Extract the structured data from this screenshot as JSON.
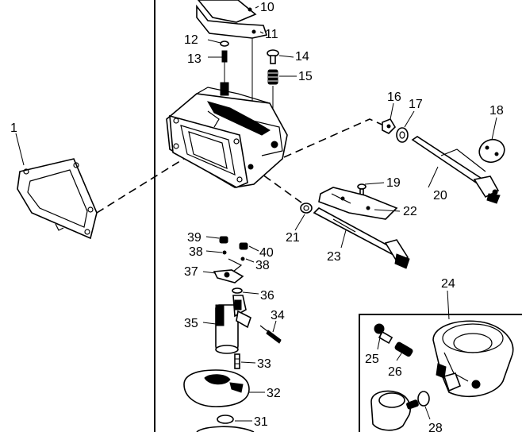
{
  "callouts": {
    "c1": "1",
    "c10": "10",
    "c11": "11",
    "c12": "12",
    "c13": "13",
    "c14": "14",
    "c15": "15",
    "c16": "16",
    "c17": "17",
    "c18": "18",
    "c19": "19",
    "c20": "20",
    "c21": "21",
    "c22": "22",
    "c23": "23",
    "c24": "24",
    "c25": "25",
    "c26": "26",
    "c28": "28",
    "c31": "31",
    "c32": "32",
    "c33": "33",
    "c34": "34",
    "c35": "35",
    "c36": "36",
    "c37": "37",
    "c38a": "38",
    "c38b": "38",
    "c39": "39",
    "c40": "40"
  }
}
